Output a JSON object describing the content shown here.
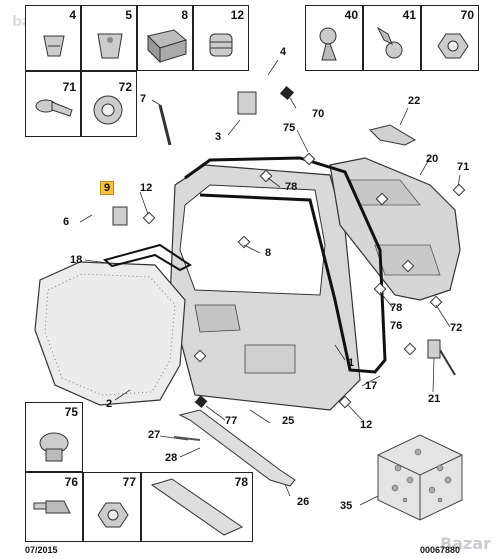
{
  "top_left_cells": [
    {
      "num": "4",
      "icon": "clip-fastener-icon"
    },
    {
      "num": "5",
      "icon": "clip-fastener-icon"
    },
    {
      "num": "8",
      "icon": "foam-pad-icon"
    },
    {
      "num": "12",
      "icon": "rivet-nut-icon"
    },
    {
      "num": "71",
      "icon": "push-rivet-icon"
    },
    {
      "num": "72",
      "icon": "grommet-icon"
    }
  ],
  "top_right_cells": [
    {
      "num": "40",
      "icon": "ball-stud-icon"
    },
    {
      "num": "41",
      "icon": "ball-stud-icon"
    },
    {
      "num": "70",
      "icon": "nut-icon"
    }
  ],
  "bottom_left_cells": [
    {
      "num": "75",
      "icon": "clip-icon"
    },
    {
      "num": "76",
      "icon": "rivet-icon"
    },
    {
      "num": "77",
      "icon": "nut-icon"
    },
    {
      "num": "78",
      "icon": "bumper-pad-icon"
    }
  ],
  "callouts": {
    "c4": "4",
    "c70": "70",
    "c7": "7",
    "c3": "3",
    "c75": "75",
    "c22": "22",
    "c20": "20",
    "c71": "71",
    "c78a": "78",
    "c9": "9",
    "c12a": "12",
    "c6": "6",
    "c8": "8",
    "c18": "18",
    "c72": "72",
    "c78b": "78",
    "c76": "76",
    "c1": "1",
    "c17": "17",
    "c21": "21",
    "c2": "2",
    "c77": "77",
    "c25": "25",
    "c12b": "12",
    "c27": "27",
    "c28": "28",
    "c26": "26",
    "c35": "35"
  },
  "footer": {
    "date": "07/2015",
    "code": "00067880"
  },
  "watermark": {
    "top": "bazar.bg",
    "bottom": "Bazar"
  },
  "colors": {
    "highlight": "#f5c242",
    "line": "#222222",
    "part": "#d9d9d9"
  }
}
